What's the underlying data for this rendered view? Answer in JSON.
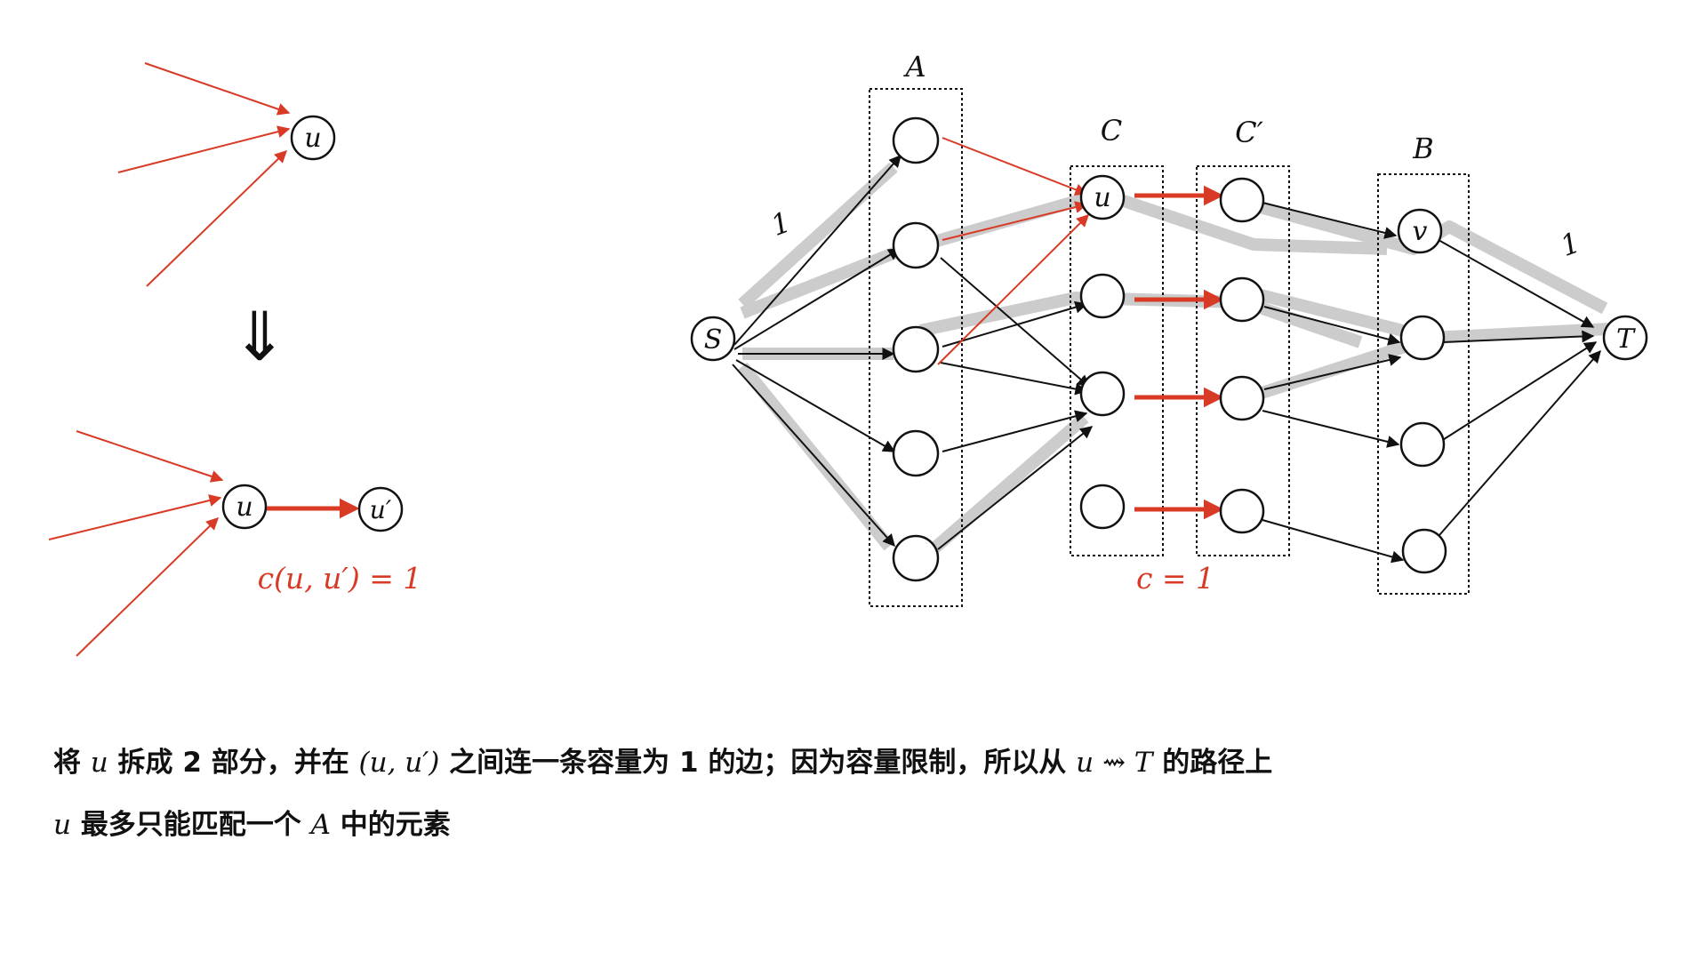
{
  "left": {
    "top_node": "u",
    "arrow": "⇓",
    "split_nodes": [
      "u",
      "u′"
    ],
    "capacity_label": "c(u, u′) = 1"
  },
  "right": {
    "source": "S",
    "sink": "T",
    "groups": {
      "A": "A",
      "C": "C",
      "Cp": "C′",
      "B": "B"
    },
    "node_u": "u",
    "node_v": "v",
    "edge_label_left": "1",
    "edge_label_right": "1",
    "capacity_label": "c = 1"
  },
  "caption": {
    "line1": [
      "将 ",
      "u",
      " 拆成 2 部分，并在 ",
      "(u, u′)",
      " 之间连一条容量为 1 的边；因为容量限制，所以从 ",
      "u ⇝ T",
      " 的路径上"
    ],
    "line2": [
      "u",
      " 最多只能匹配一个 ",
      "A",
      " 中的元素"
    ]
  },
  "colors": {
    "red": "#d83a26",
    "black": "#111111",
    "highlight": "#cccccc"
  }
}
